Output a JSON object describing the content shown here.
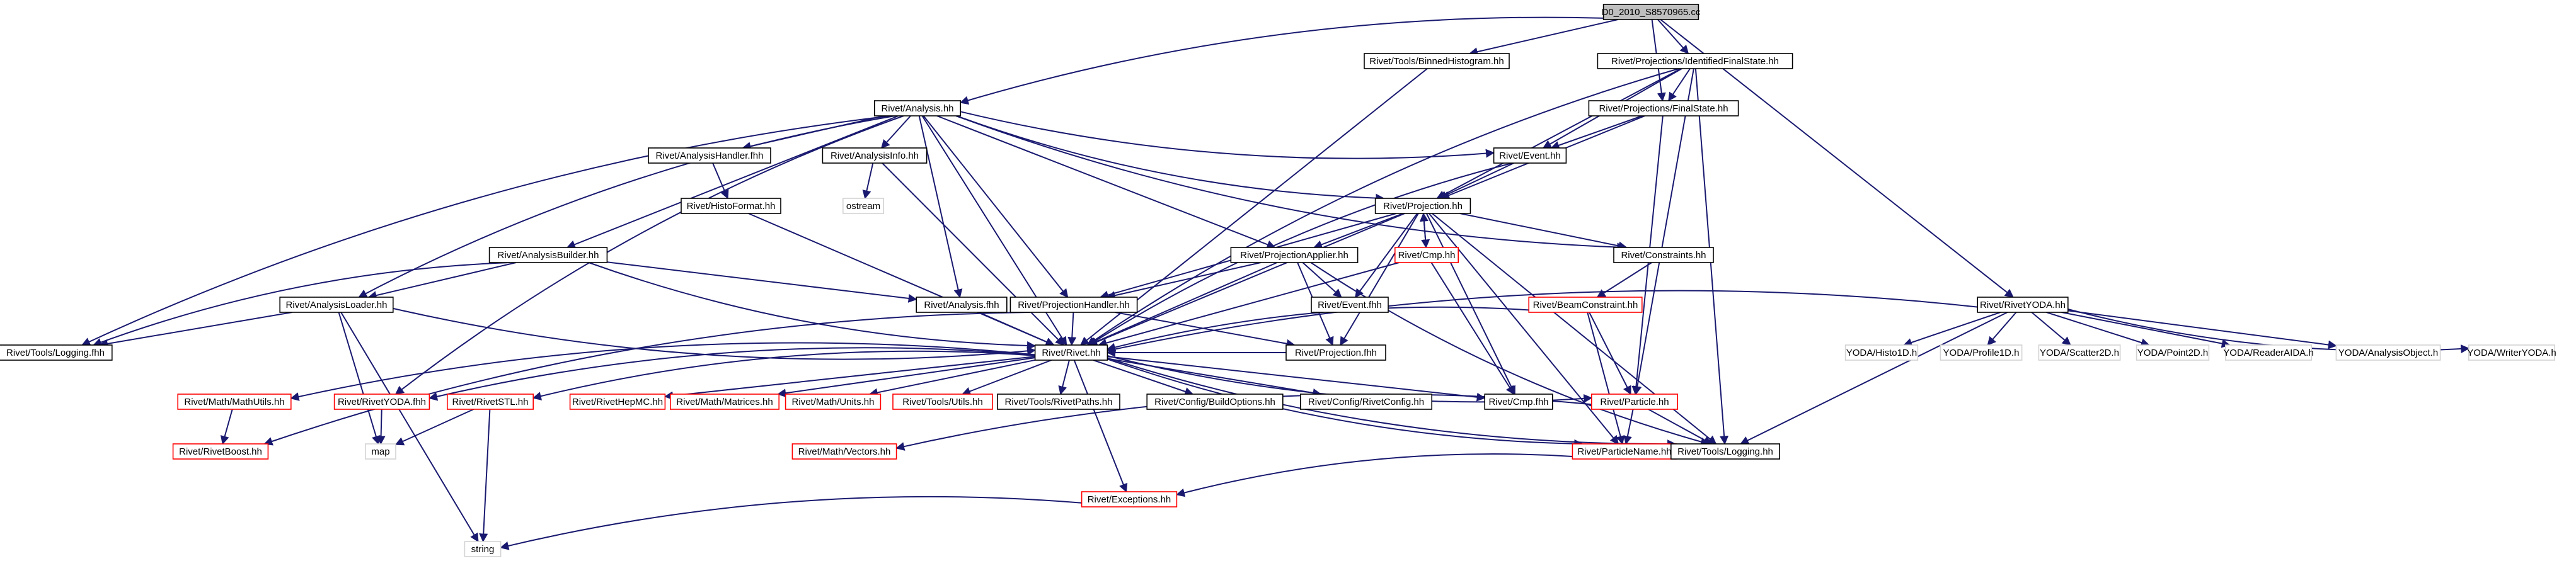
{
  "graph": {
    "title": "D0_2010_S8570965.cc",
    "edge_color": "#191970",
    "nodes": [
      {
        "id": "root",
        "label": "D0_2010_S8570965.cc",
        "style": "root"
      },
      {
        "id": "binnedhisto",
        "label": "Rivet/Tools/BinnedHistogram.hh",
        "style": "black"
      },
      {
        "id": "idfs",
        "label": "Rivet/Projections/IdentifiedFinalState.hh",
        "style": "black"
      },
      {
        "id": "rivetyoda_right",
        "label": "Rivet/RivetYODA.hh",
        "style": "black"
      },
      {
        "id": "analysis",
        "label": "Rivet/Analysis.hh",
        "style": "black"
      },
      {
        "id": "finalstate",
        "label": "Rivet/Projections/FinalState.hh",
        "style": "black"
      },
      {
        "id": "analysishandler_fhh",
        "label": "Rivet/AnalysisHandler.fhh",
        "style": "black"
      },
      {
        "id": "analysisinfo",
        "label": "Rivet/AnalysisInfo.hh",
        "style": "black"
      },
      {
        "id": "event",
        "label": "Rivet/Event.hh",
        "style": "black"
      },
      {
        "id": "histoformat",
        "label": "Rivet/HistoFormat.hh",
        "style": "black"
      },
      {
        "id": "ostream",
        "label": "ostream",
        "style": "gray"
      },
      {
        "id": "projection",
        "label": "Rivet/Projection.hh",
        "style": "black"
      },
      {
        "id": "analysisbuilder",
        "label": "Rivet/AnalysisBuilder.hh",
        "style": "black"
      },
      {
        "id": "projapplier",
        "label": "Rivet/ProjectionApplier.hh",
        "style": "black"
      },
      {
        "id": "cmp",
        "label": "Rivet/Cmp.hh",
        "style": "red"
      },
      {
        "id": "constraints",
        "label": "Rivet/Constraints.hh",
        "style": "black"
      },
      {
        "id": "analysisloader",
        "label": "Rivet/AnalysisLoader.hh",
        "style": "black"
      },
      {
        "id": "analysis_fhh",
        "label": "Rivet/Analysis.fhh",
        "style": "black"
      },
      {
        "id": "projhandler",
        "label": "Rivet/ProjectionHandler.hh",
        "style": "black"
      },
      {
        "id": "event_fhh",
        "label": "Rivet/Event.fhh",
        "style": "black"
      },
      {
        "id": "beamconstraint",
        "label": "Rivet/BeamConstraint.hh",
        "style": "red"
      },
      {
        "id": "logging_fhh",
        "label": "Rivet/Tools/Logging.fhh",
        "style": "black"
      },
      {
        "id": "rivet",
        "label": "Rivet/Rivet.hh",
        "style": "black"
      },
      {
        "id": "projection_fhh",
        "label": "Rivet/Projection.fhh",
        "style": "black"
      },
      {
        "id": "histo1d",
        "label": "YODA/Histo1D.h",
        "style": "gray"
      },
      {
        "id": "profile1d",
        "label": "YODA/Profile1D.h",
        "style": "gray"
      },
      {
        "id": "scatter2d",
        "label": "YODA/Scatter2D.h",
        "style": "gray"
      },
      {
        "id": "point2d",
        "label": "YODA/Point2D.h",
        "style": "gray"
      },
      {
        "id": "readeraida",
        "label": "YODA/ReaderAIDA.h",
        "style": "gray"
      },
      {
        "id": "analysisobject",
        "label": "YODA/AnalysisObject.h",
        "style": "gray"
      },
      {
        "id": "writeryoda",
        "label": "YODA/WriterYODA.h",
        "style": "gray"
      },
      {
        "id": "mathutils",
        "label": "Rivet/Math/MathUtils.hh",
        "style": "red"
      },
      {
        "id": "rivetyoda_fhh",
        "label": "Rivet/RivetYODA.fhh",
        "style": "red"
      },
      {
        "id": "rivetstl",
        "label": "Rivet/RivetSTL.hh",
        "style": "red"
      },
      {
        "id": "rivethepmc",
        "label": "Rivet/RivetHepMC.hh",
        "style": "red"
      },
      {
        "id": "matrices",
        "label": "Rivet/Math/Matrices.hh",
        "style": "red"
      },
      {
        "id": "units",
        "label": "Rivet/Math/Units.hh",
        "style": "red"
      },
      {
        "id": "toolsutils",
        "label": "Rivet/Tools/Utils.hh",
        "style": "red"
      },
      {
        "id": "rivetpaths",
        "label": "Rivet/Tools/RivetPaths.hh",
        "style": "black"
      },
      {
        "id": "buildoptions",
        "label": "Rivet/Config/BuildOptions.hh",
        "style": "black"
      },
      {
        "id": "rivetconfig",
        "label": "Rivet/Config/RivetConfig.hh",
        "style": "black"
      },
      {
        "id": "cmp_fhh",
        "label": "Rivet/Cmp.fhh",
        "style": "black"
      },
      {
        "id": "particle",
        "label": "Rivet/Particle.hh",
        "style": "red"
      },
      {
        "id": "rivetboost",
        "label": "Rivet/RivetBoost.hh",
        "style": "red"
      },
      {
        "id": "map",
        "label": "map",
        "style": "gray"
      },
      {
        "id": "vectors",
        "label": "Rivet/Math/Vectors.hh",
        "style": "red"
      },
      {
        "id": "particlename",
        "label": "Rivet/ParticleName.hh",
        "style": "red"
      },
      {
        "id": "logging",
        "label": "Rivet/Tools/Logging.hh",
        "style": "black"
      },
      {
        "id": "exceptions",
        "label": "Rivet/Exceptions.hh",
        "style": "red"
      },
      {
        "id": "string",
        "label": "string",
        "style": "gray"
      }
    ],
    "edges": [
      [
        "root",
        "binnedhisto"
      ],
      [
        "root",
        "idfs"
      ],
      [
        "root",
        "rivetyoda_right"
      ],
      [
        "root",
        "analysis"
      ],
      [
        "root",
        "finalstate"
      ],
      [
        "binnedhisto",
        "rivet"
      ],
      [
        "idfs",
        "finalstate"
      ],
      [
        "idfs",
        "event"
      ],
      [
        "idfs",
        "projection"
      ],
      [
        "idfs",
        "rivet"
      ],
      [
        "idfs",
        "particle"
      ],
      [
        "idfs",
        "logging"
      ],
      [
        "rivetyoda_right",
        "rivet"
      ],
      [
        "rivetyoda_right",
        "histo1d"
      ],
      [
        "rivetyoda_right",
        "profile1d"
      ],
      [
        "rivetyoda_right",
        "scatter2d"
      ],
      [
        "rivetyoda_right",
        "point2d"
      ],
      [
        "rivetyoda_right",
        "readeraida"
      ],
      [
        "rivetyoda_right",
        "analysisobject"
      ],
      [
        "rivetyoda_right",
        "writeryoda"
      ],
      [
        "rivetyoda_right",
        "logging"
      ],
      [
        "analysis",
        "analysishandler_fhh"
      ],
      [
        "analysis",
        "analysisinfo"
      ],
      [
        "analysis",
        "event"
      ],
      [
        "analysis",
        "projection"
      ],
      [
        "analysis",
        "analysisbuilder"
      ],
      [
        "analysis",
        "projapplier"
      ],
      [
        "analysis",
        "constraints"
      ],
      [
        "analysis",
        "analysisloader"
      ],
      [
        "analysis",
        "analysis_fhh"
      ],
      [
        "analysis",
        "projhandler"
      ],
      [
        "analysis",
        "logging_fhh"
      ],
      [
        "analysis",
        "rivet"
      ],
      [
        "analysis",
        "rivetyoda_fhh"
      ],
      [
        "finalstate",
        "event"
      ],
      [
        "finalstate",
        "projection"
      ],
      [
        "finalstate",
        "particle"
      ],
      [
        "analysishandler_fhh",
        "histoformat"
      ],
      [
        "histoformat",
        "rivet"
      ],
      [
        "analysisinfo",
        "ostream"
      ],
      [
        "analysisinfo",
        "rivet"
      ],
      [
        "event",
        "projection"
      ],
      [
        "event",
        "rivet"
      ],
      [
        "projection",
        "projapplier"
      ],
      [
        "projection",
        "cmp"
      ],
      [
        "projection",
        "constraints"
      ],
      [
        "projection",
        "event_fhh"
      ],
      [
        "projection",
        "projhandler"
      ],
      [
        "projection",
        "rivet"
      ],
      [
        "projection",
        "projection_fhh"
      ],
      [
        "projection",
        "cmp_fhh"
      ],
      [
        "projection",
        "particlename"
      ],
      [
        "projection",
        "logging"
      ],
      [
        "analysisbuilder",
        "analysisloader"
      ],
      [
        "analysisbuilder",
        "analysis_fhh"
      ],
      [
        "analysisbuilder",
        "logging_fhh"
      ],
      [
        "analysisbuilder",
        "rivet"
      ],
      [
        "projapplier",
        "projhandler"
      ],
      [
        "projapplier",
        "event_fhh"
      ],
      [
        "projapplier",
        "projection_fhh"
      ],
      [
        "projapplier",
        "rivet"
      ],
      [
        "projapplier",
        "logging"
      ],
      [
        "cmp",
        "projection"
      ],
      [
        "cmp",
        "rivet"
      ],
      [
        "cmp",
        "cmp_fhh"
      ],
      [
        "constraints",
        "beamconstraint"
      ],
      [
        "analysisloader",
        "rivet"
      ],
      [
        "analysisloader",
        "logging_fhh"
      ],
      [
        "analysisloader",
        "map"
      ],
      [
        "analysisloader",
        "string"
      ],
      [
        "analysis_fhh",
        "rivet"
      ],
      [
        "projhandler",
        "rivet"
      ],
      [
        "projhandler",
        "projection_fhh"
      ],
      [
        "projhandler",
        "rivetboost"
      ],
      [
        "beamconstraint",
        "rivet"
      ],
      [
        "beamconstraint",
        "particle"
      ],
      [
        "beamconstraint",
        "particlename"
      ],
      [
        "projection_fhh",
        "rivet"
      ],
      [
        "rivet",
        "mathutils"
      ],
      [
        "rivet",
        "rivetyoda_fhh"
      ],
      [
        "rivet",
        "rivetstl"
      ],
      [
        "rivet",
        "rivethepmc"
      ],
      [
        "rivet",
        "matrices"
      ],
      [
        "rivet",
        "units"
      ],
      [
        "rivet",
        "toolsutils"
      ],
      [
        "rivet",
        "rivetpaths"
      ],
      [
        "rivet",
        "buildoptions"
      ],
      [
        "rivet",
        "rivetconfig"
      ],
      [
        "rivet",
        "cmp_fhh"
      ],
      [
        "rivet",
        "particle"
      ],
      [
        "rivet",
        "exceptions"
      ],
      [
        "rivet",
        "particlename"
      ],
      [
        "rivet",
        "logging"
      ],
      [
        "mathutils",
        "rivetboost"
      ],
      [
        "rivetyoda_fhh",
        "map"
      ],
      [
        "rivetstl",
        "map"
      ],
      [
        "rivetstl",
        "string"
      ],
      [
        "particle",
        "vectors"
      ],
      [
        "particle",
        "particlename"
      ],
      [
        "particle",
        "logging"
      ],
      [
        "particlename",
        "exceptions"
      ],
      [
        "exceptions",
        "string"
      ]
    ]
  }
}
